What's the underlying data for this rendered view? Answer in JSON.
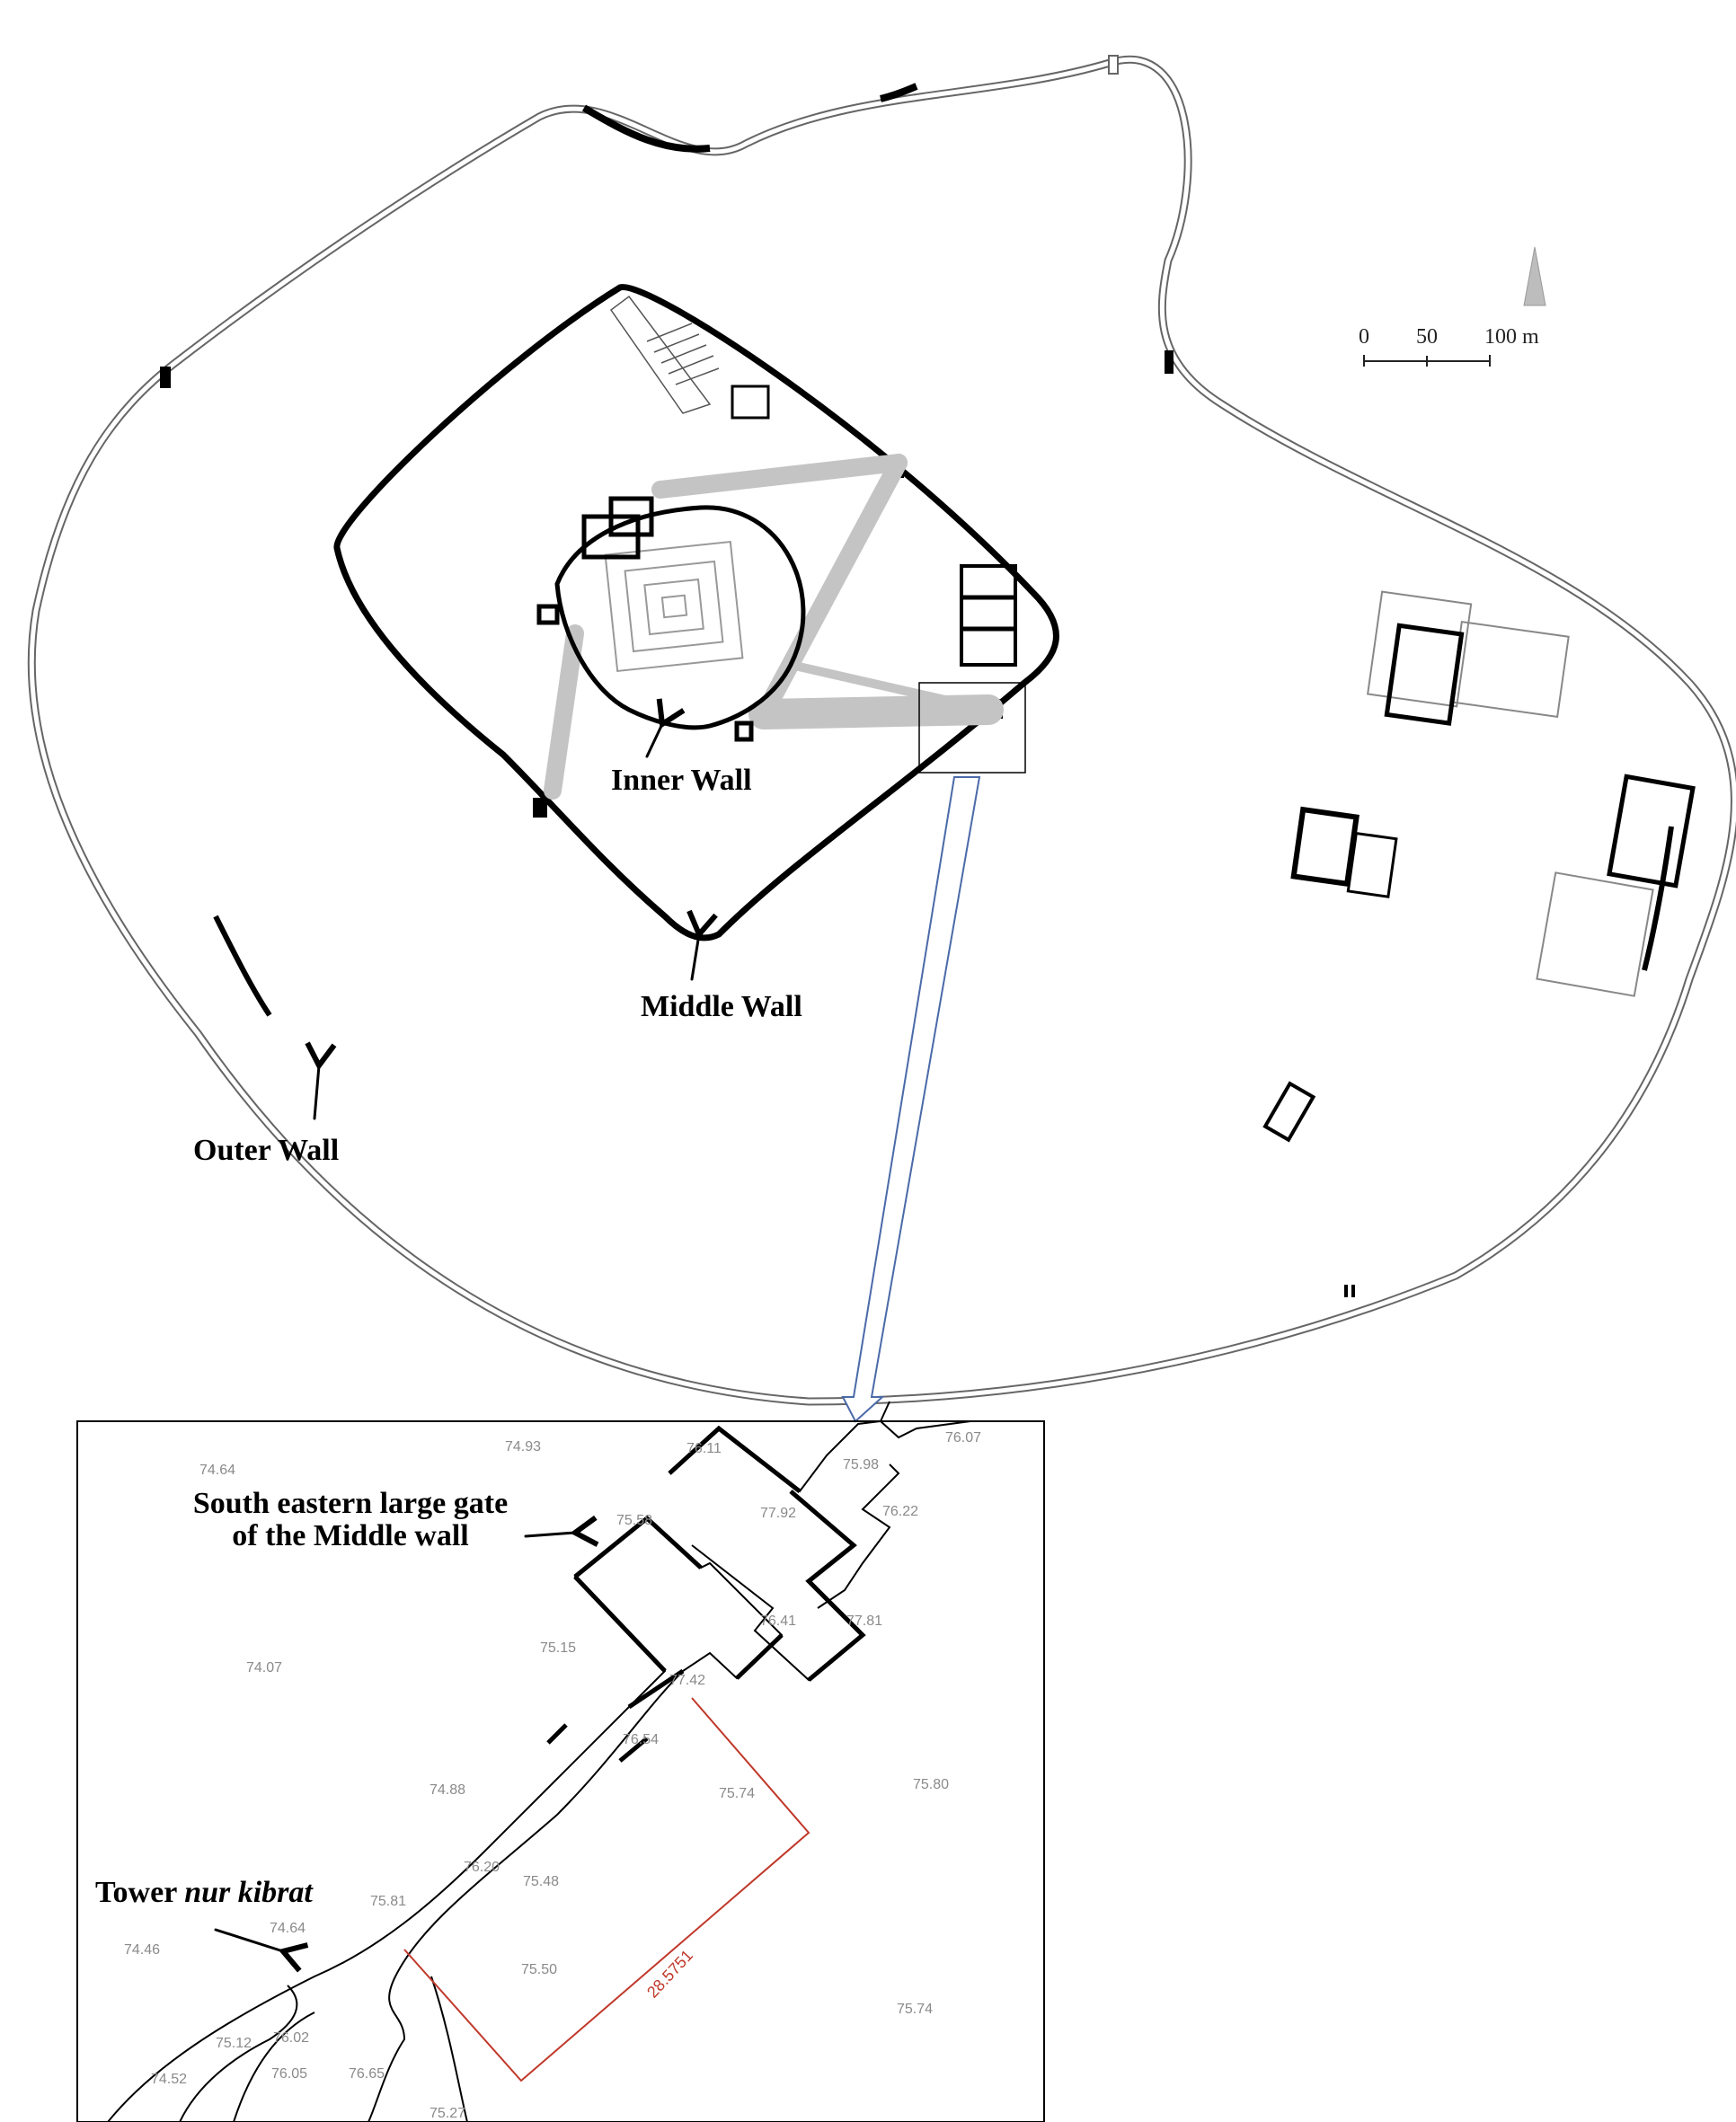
{
  "labels": {
    "inner_wall": "Inner Wall",
    "middle_wall": "Middle Wall",
    "outer_wall": "Outer Wall",
    "gate_line1": "South eastern large gate",
    "gate_line2": "of the Middle wall",
    "tower_prefix": "Tower ",
    "tower_name": "nur kibrat"
  },
  "scale_bar": {
    "ticks": [
      "0",
      "50",
      "100 m"
    ]
  },
  "north_arrow": "north-arrow-icon",
  "inset": {
    "elevations": [
      "74.64",
      "74.93",
      "76.11",
      "76.07",
      "75.98",
      "77.92",
      "76.22",
      "75.58",
      "74.07",
      "75.15",
      "76.41",
      "77.81",
      "77.42",
      "76.54",
      "74.88",
      "75.74",
      "75.80",
      "76.20",
      "75.48",
      "75.81",
      "74.46",
      "74.64",
      "75.50",
      "75.74",
      "75.12",
      "76.02",
      "74.52",
      "76.05",
      "76.65",
      "75.27"
    ],
    "dimension": "28.5751"
  },
  "colors": {
    "wall": "#000000",
    "outer_wall": "#777777",
    "gray_paths": "#c4c4c4",
    "callout_arrow": "#4a6aa8",
    "measurement": "#c0392b",
    "elevation_text": "#8a8a8a"
  }
}
